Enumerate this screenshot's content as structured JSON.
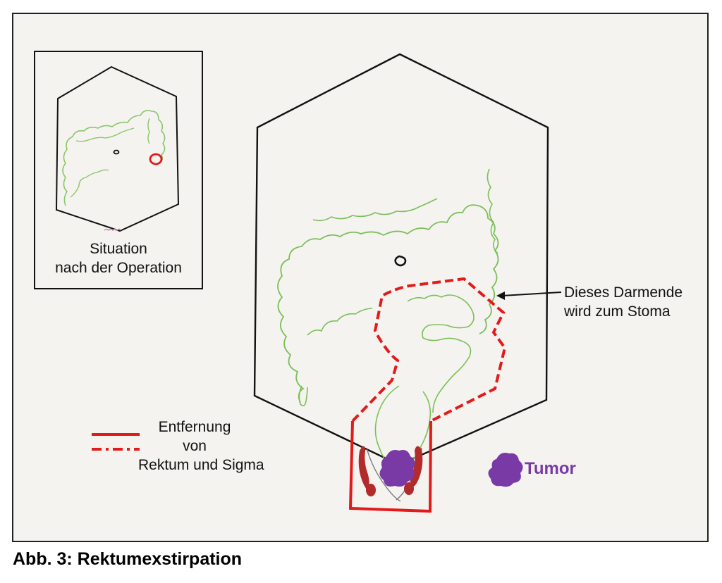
{
  "inset": {
    "caption_lines": [
      "Situation",
      "nach der Operation"
    ]
  },
  "stoma_annotation": {
    "lines": [
      "Dieses Darmende",
      "wird zum Stoma"
    ]
  },
  "legend": {
    "lines": [
      "Entfernung",
      "von",
      "Rektum und Sigma"
    ]
  },
  "tumor": {
    "label": "Tumor"
  },
  "figure_caption": "Abb. 3:  Rektumexstirpation",
  "colors": {
    "colon": "#7cbf5a",
    "removal": "#e31a1a",
    "tumor": "#7a3aa6",
    "sphincter": "#b22a2a",
    "outline": "#111111"
  }
}
